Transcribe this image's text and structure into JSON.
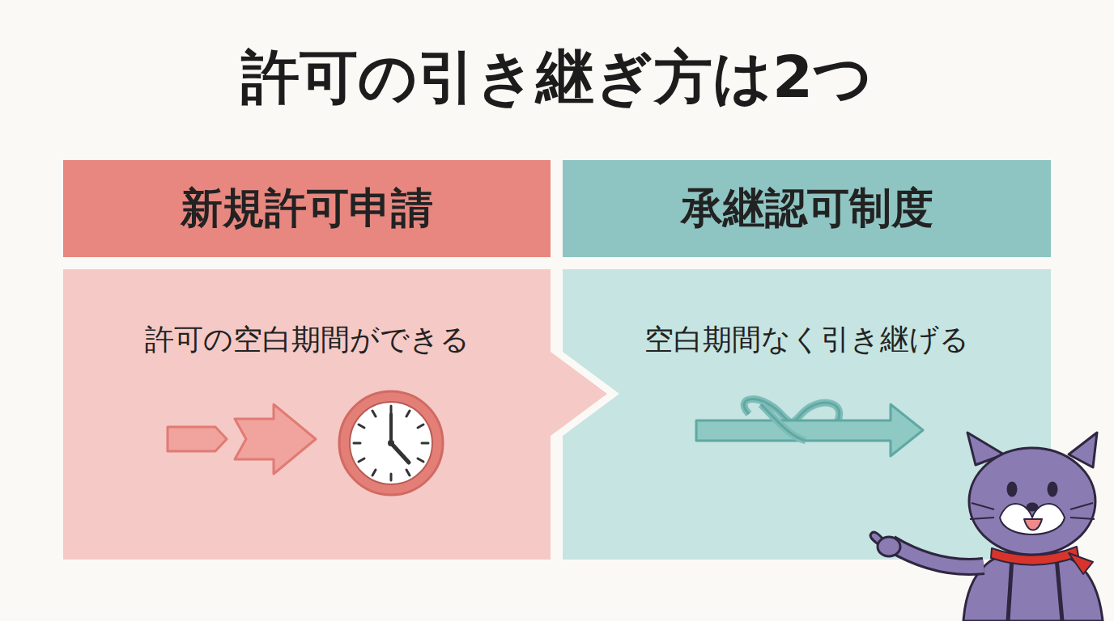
{
  "diagram": {
    "title": "許可の引き継ぎ方は2つ",
    "nodes": [
      {
        "text": [
          "新規許可申請",
          "許可の空白期間ができる"
        ]
      },
      {
        "text": [
          "承継認可制度",
          "空白期間なく引き継げる"
        ]
      }
    ]
  }
}
